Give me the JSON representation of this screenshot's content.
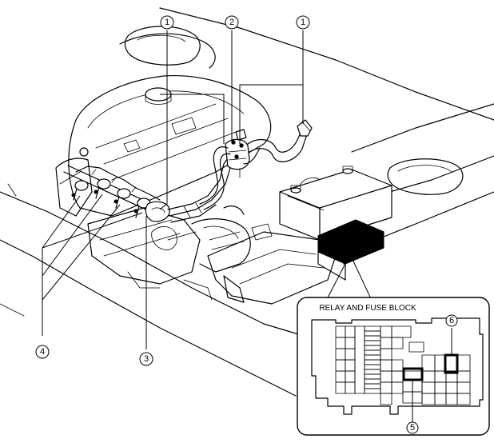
{
  "relay_fuse_block": {
    "title": "RELAY AND FUSE BLOCK"
  },
  "callouts": [
    {
      "id": "purge-hose-left",
      "label": "1"
    },
    {
      "id": "purge-solenoid-valve",
      "label": "2"
    },
    {
      "id": "purge-hose-right",
      "label": "1"
    },
    {
      "id": "fuel-injector",
      "label": "4"
    },
    {
      "id": "fuel-distributor",
      "label": "3"
    },
    {
      "id": "relay-5",
      "label": "5"
    },
    {
      "id": "relay-6",
      "label": "6"
    }
  ]
}
